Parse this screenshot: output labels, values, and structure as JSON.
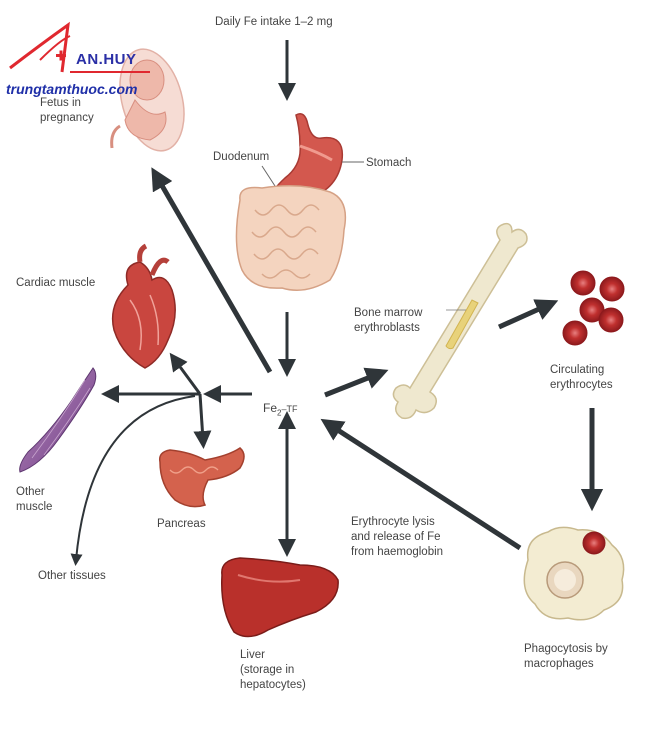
{
  "diagram": {
    "intake_label": "Daily Fe intake 1–2 mg",
    "center_label_fe": "Fe",
    "center_label_sub": "2",
    "center_label_tf": "–TF",
    "labels": {
      "fetus": "Fetus in\npregnancy",
      "duodenum": "Duodenum",
      "stomach": "Stomach",
      "cardiac": "Cardiac muscle",
      "bone_marrow": "Bone marrow\nerythroblasts",
      "circulating": "Circulating\nerythrocytes",
      "other_muscle": "Other\nmuscle",
      "pancreas": "Pancreas",
      "other_tissues": "Other tissues",
      "lysis": "Erythrocyte lysis\nand release of Fe\nfrom haemoglobin",
      "liver": "Liver\n(storage in\nhepatocytes)",
      "phago": "Phagocytosis by\nmacrophages"
    },
    "colors": {
      "arrow": "#2f3539",
      "organ_red": "#c9463f",
      "bone": "#efe8cf",
      "rbc": "#b8262a"
    }
  },
  "watermark": {
    "brand": "AN.HUY",
    "site": "trungtamthuoc.com",
    "brand_color": "#2222aa",
    "accent_color": "#e0282f"
  }
}
